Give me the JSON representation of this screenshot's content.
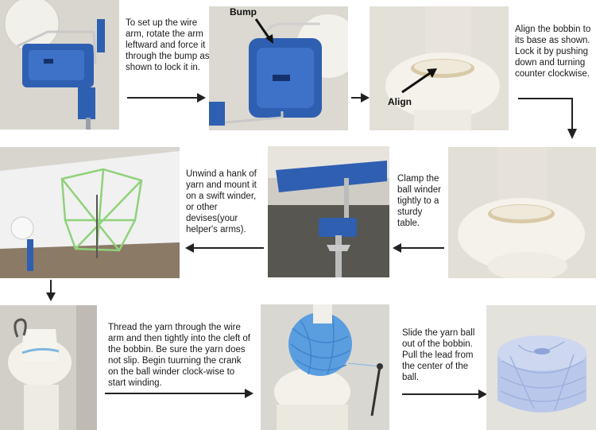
{
  "steps": {
    "s1": "To set up the wire arm, rotate the arm leftward and force it through the bump as shown to lock it in.",
    "s2": "Align the bobbin to its base as shown. Lock it by pushing down and turning counter clockwise.",
    "s3": "Clamp the ball winder tightly to a sturdy table.",
    "s4": "Unwind a hank of yarn and mount it on a swift winder, or other devises(your helper's arms).",
    "s5": "Thread the yarn through the wire arm and then tightly into the cleft of the bobbin. Be sure the yarn does not slip. Begin tuurning the crank on the ball winder clock-wise to start winding.",
    "s6": "Slide the yarn ball out of the bobbin. Pull the lead from the center of the ball."
  },
  "callouts": {
    "bump": "Bump",
    "align": "Align"
  },
  "colors": {
    "winder_blue": "#2f5fb0",
    "bobbin_white": "#f1efe6",
    "yarn_blue": "#5b9ee0",
    "yarn_pale": "#b9c8ea",
    "swift_green": "#8fd27a",
    "arrow": "#222222"
  }
}
